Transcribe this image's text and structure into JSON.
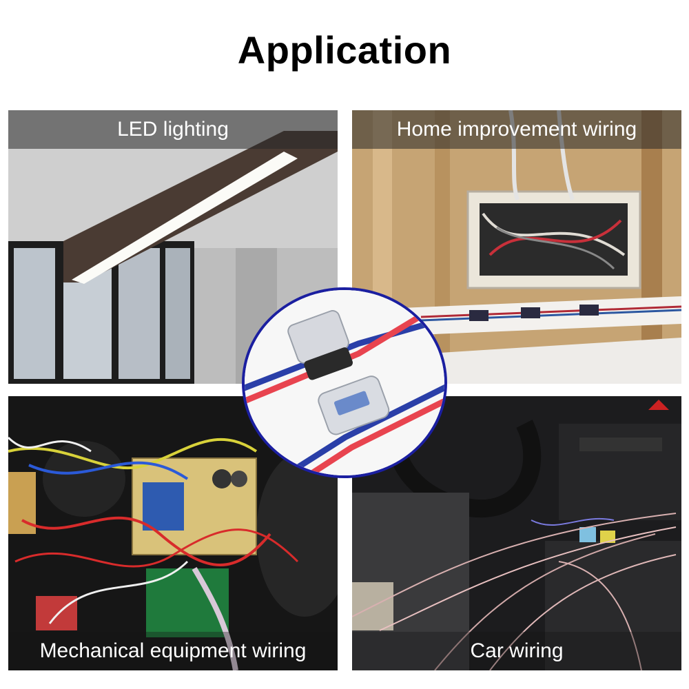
{
  "header": {
    "title": "Application"
  },
  "panels": [
    {
      "label": "LED lighting"
    },
    {
      "label": "Home improvement wiring"
    },
    {
      "label": "Mechanical equipment wiring"
    },
    {
      "label": "Car wiring"
    }
  ],
  "colors": {
    "circle_border": "#1b1fa0",
    "wire_red": "#e8444f",
    "wire_blue": "#2a3fa8"
  }
}
